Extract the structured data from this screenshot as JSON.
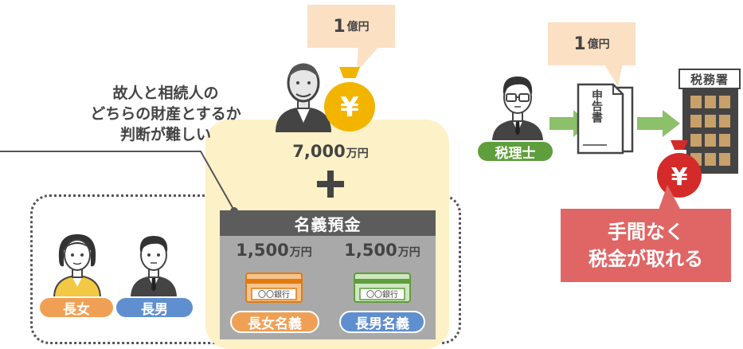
{
  "top_bubble": {
    "amount": "1",
    "unit": "億円"
  },
  "right_bubble": {
    "amount": "1",
    "unit": "億円"
  },
  "left_note": {
    "line1": "故人と相続人の",
    "line2": "どちらの財産とするか",
    "line3": "判断が難しい"
  },
  "cash_amount": {
    "amount": "7,000",
    "unit": "万円"
  },
  "plus_symbol": "+",
  "meigi": {
    "title": "名義預金",
    "left": {
      "amount": "1,500",
      "unit": "万円",
      "bank": "〇〇銀行",
      "owner": "長女名義"
    },
    "right": {
      "amount": "1,500",
      "unit": "万円",
      "bank": "〇〇銀行",
      "owner": "長男名義"
    }
  },
  "heirs": {
    "daughter": "長女",
    "son": "長男"
  },
  "tax_accountant": "税理士",
  "document": "申告書",
  "tax_office": "税務署",
  "yen_symbol": "¥",
  "result": {
    "line1": "手間なく",
    "line2": "税金が取れる"
  },
  "colors": {
    "bubble": "#fbe0c4",
    "panel": "#fdf1c7",
    "red": "#e06666",
    "green": "#8cc06a",
    "gold": "#f3b400",
    "orange": "#f0a055",
    "blue": "#5f8fcf"
  }
}
